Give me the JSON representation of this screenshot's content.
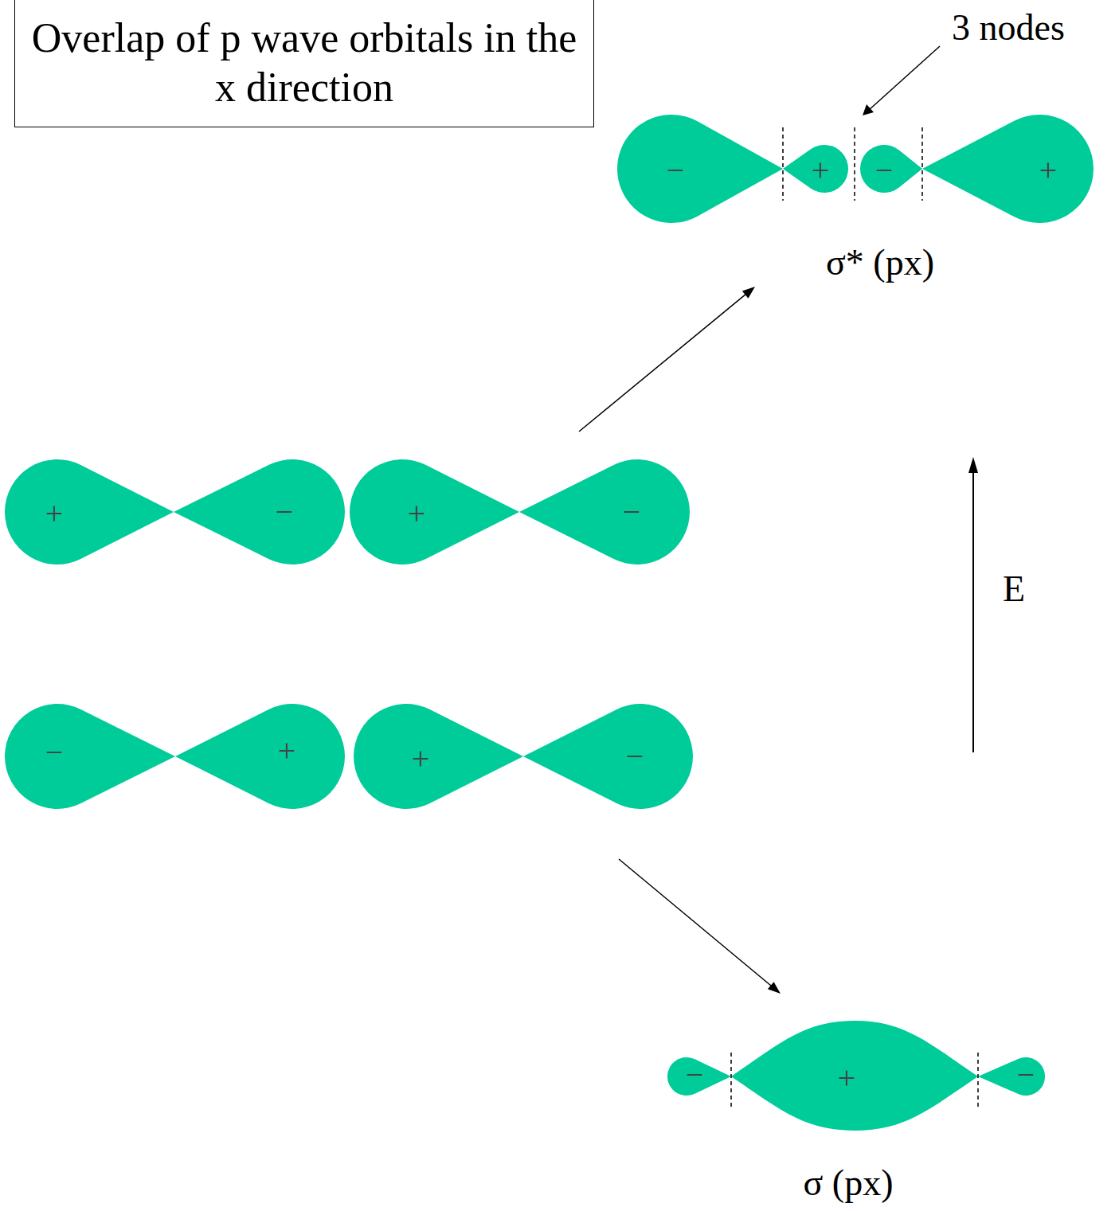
{
  "diagram": {
    "title": "Overlap of p wave orbitals in the x direction",
    "nodes": [
      {
        "text": [
          "−",
          "+",
          "−",
          "+",
          "σ* (px)"
        ]
      },
      {
        "text": [
          "+",
          "−"
        ]
      },
      {
        "text": [
          "+",
          "−"
        ]
      },
      {
        "text": [
          "−",
          "+"
        ]
      },
      {
        "text": [
          "+",
          "−"
        ]
      },
      {
        "text": [
          "−",
          "+",
          "−",
          "σ (px)"
        ]
      }
    ],
    "edges": [
      {
        "from": 2,
        "to": 0,
        "arrow": "to"
      },
      {
        "from": 4,
        "to": 5,
        "arrow": "to"
      }
    ],
    "labels": [
      "3 nodes",
      "E"
    ]
  }
}
